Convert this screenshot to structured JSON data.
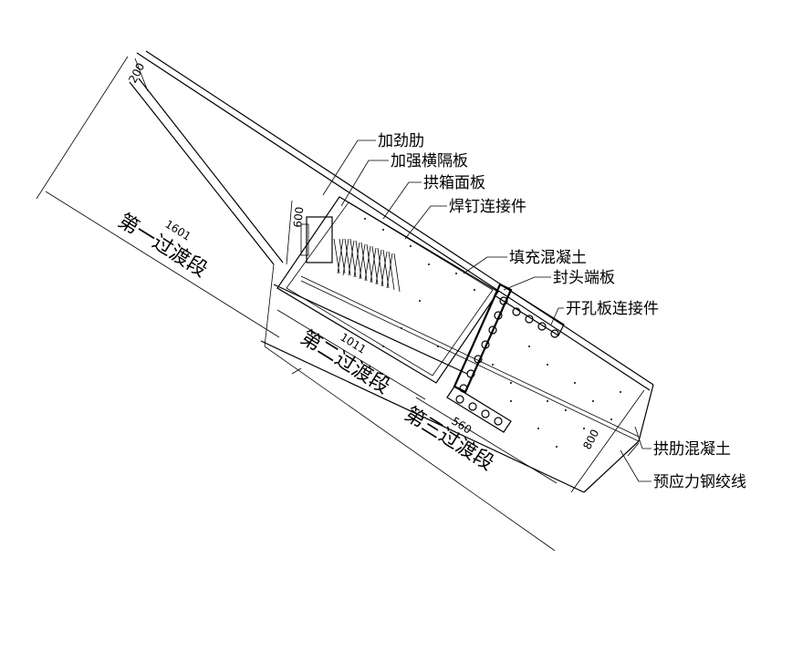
{
  "labels": {
    "stiffener": "加劲肋",
    "diaphragm": "加强横隔板",
    "box_face": "拱箱面板",
    "studs": "焊钉连接件",
    "infill_concrete": "填充混凝土",
    "end_plate": "封头端板",
    "pbl": "开孔板连接件",
    "rib_concrete": "拱肋混凝土",
    "strand": "预应力钢绞线"
  },
  "segments": {
    "first": "第一过渡段",
    "second": "第二过渡段",
    "third": "第三过渡段"
  },
  "dims": {
    "d200": "200",
    "d600": "600",
    "d1601": "1601",
    "d1011": "1011",
    "d560": "560",
    "d800": "800"
  }
}
